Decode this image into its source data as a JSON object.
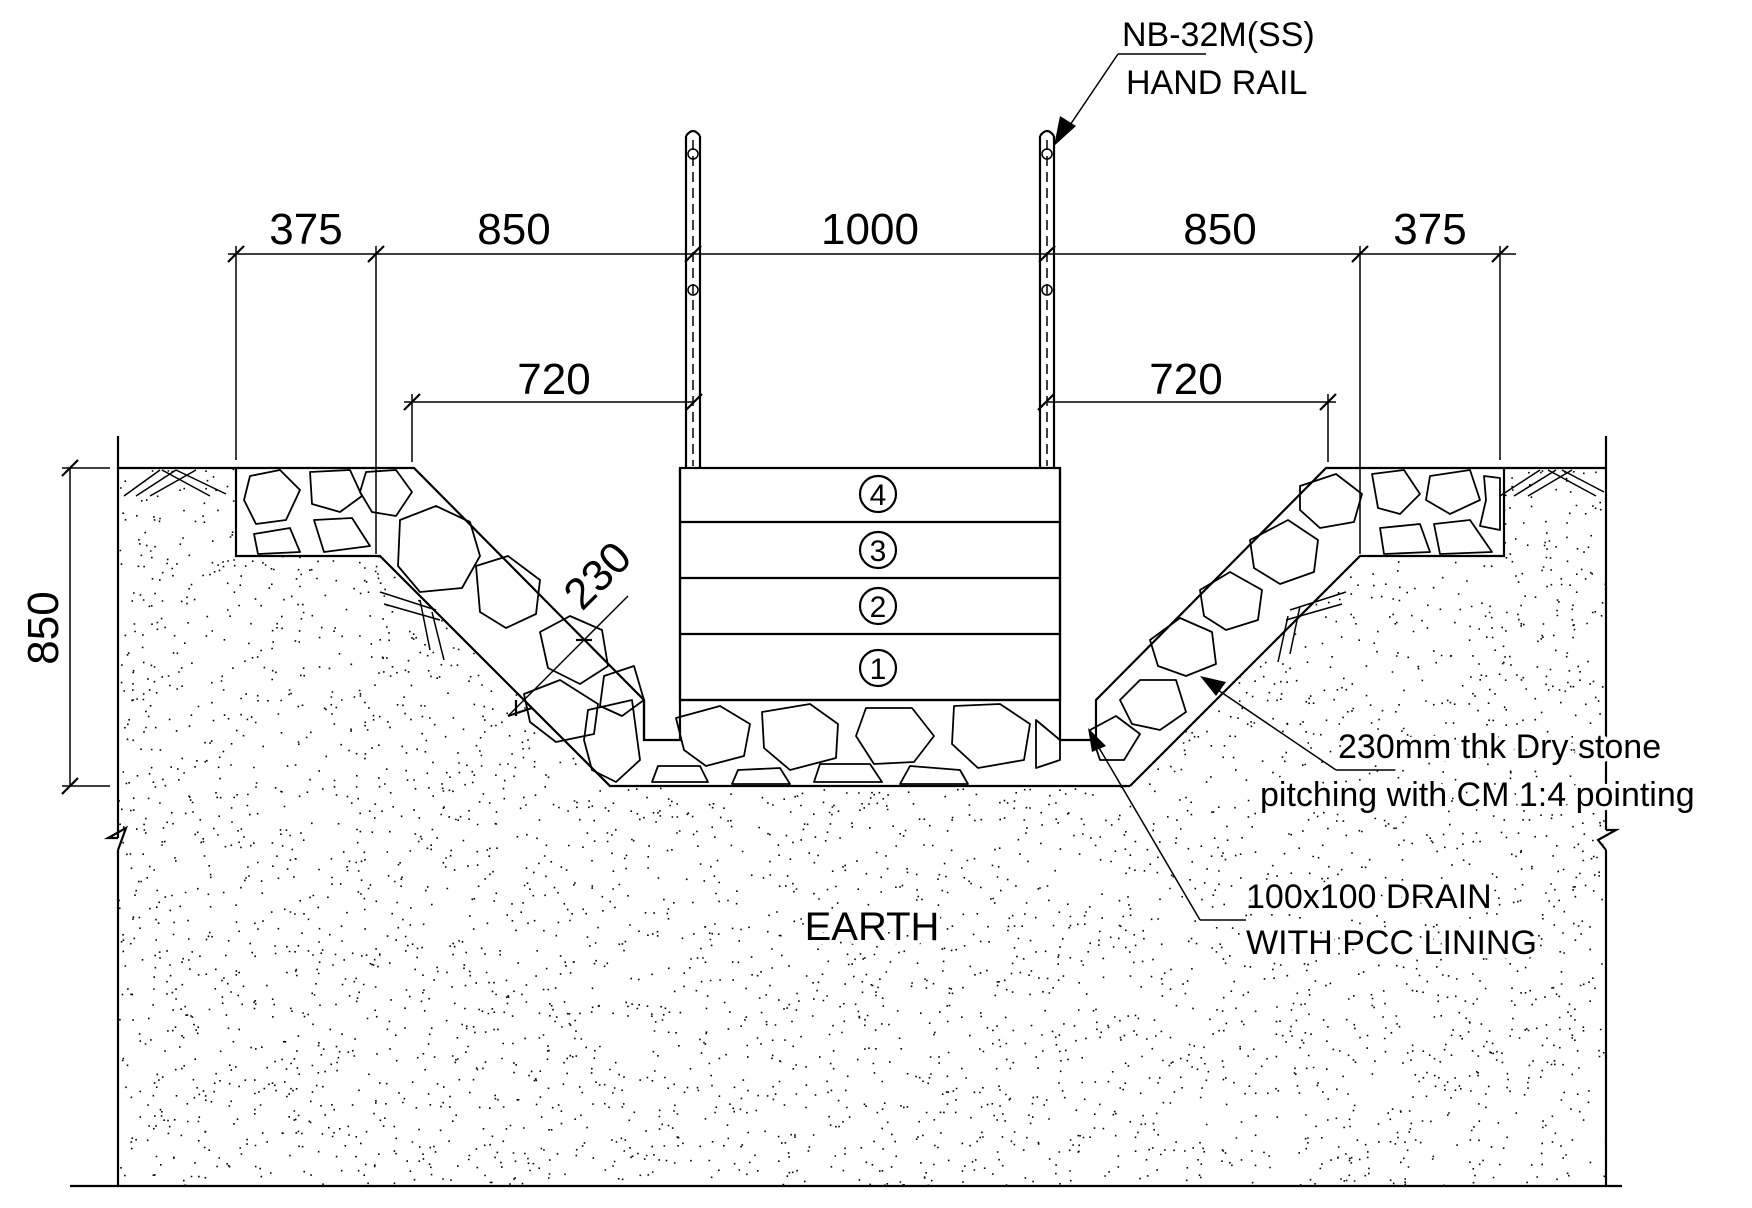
{
  "dimensions": {
    "top": [
      "375",
      "850",
      "1000",
      "850",
      "375"
    ],
    "inner_left": "720",
    "inner_right": "720",
    "depth": "850",
    "pitching_thickness": "230"
  },
  "courses": [
    "1",
    "2",
    "3",
    "4"
  ],
  "labels": {
    "handrail_line1": "NB-32M(SS)",
    "handrail_line2": "HAND RAIL",
    "pitching_line1": "230mm thk Dry stone",
    "pitching_line2": "pitching with CM 1:4 pointing",
    "drain_line1": "100x100 DRAIN",
    "drain_line2": "WITH PCC LINING",
    "earth": "EARTH"
  }
}
